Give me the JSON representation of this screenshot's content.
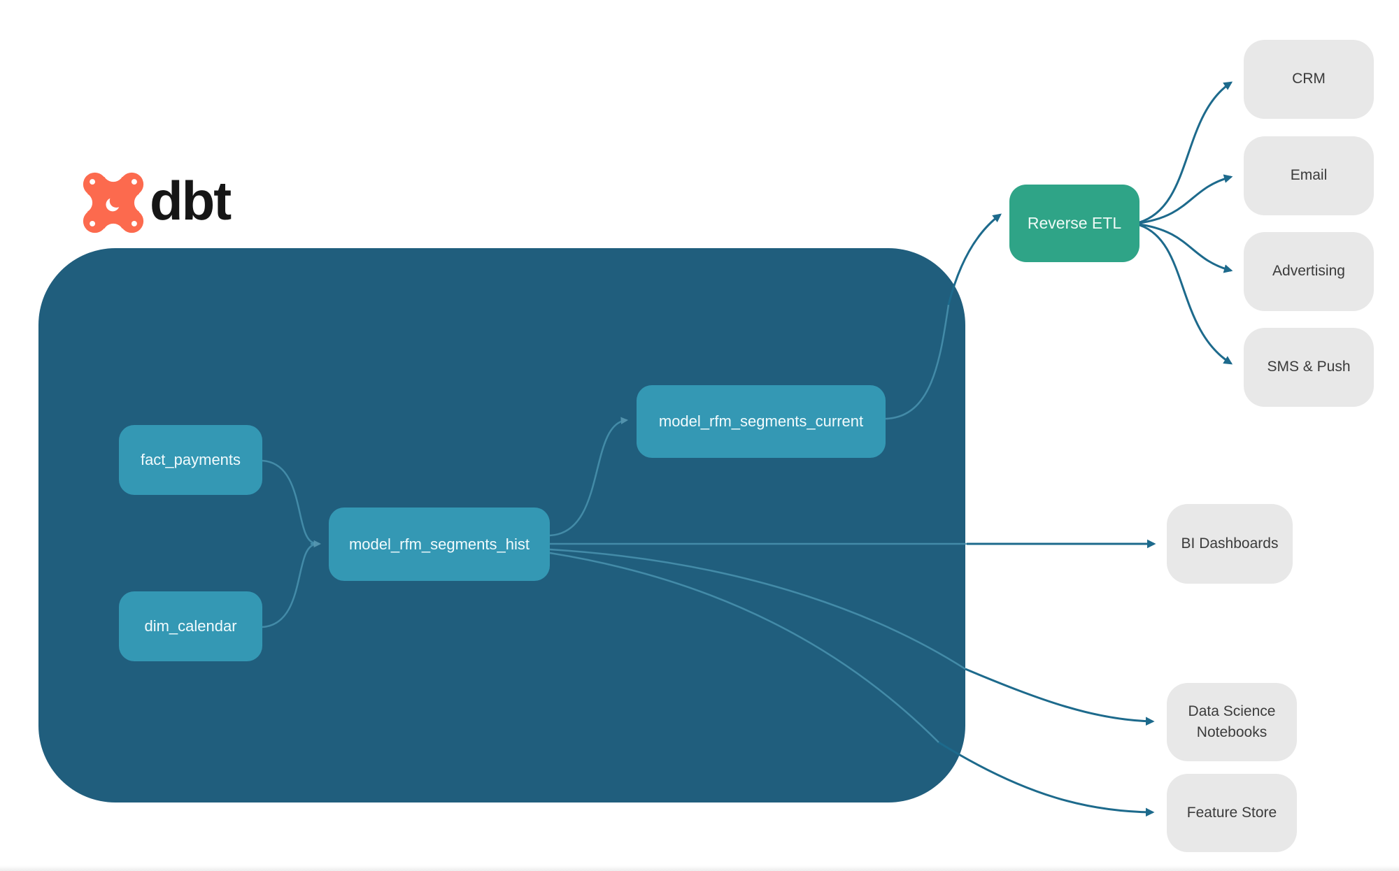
{
  "brand": {
    "name": "dbt"
  },
  "colors": {
    "dbt_orange": "#fc6a4e",
    "warehouse_container": "#205e7d",
    "model_node": "#3498b4",
    "reverse_etl_node": "#2fa487",
    "destination_node": "#e8e8e8",
    "edge_inside": "#4a93af",
    "edge_outside": "#1d6a8c",
    "destination_text": "#3b3b3b"
  },
  "nodes": {
    "fact_payments": {
      "label": "fact_payments"
    },
    "dim_calendar": {
      "label": "dim_calendar"
    },
    "model_rfm_segments_hist": {
      "label": "model_rfm_segments_hist"
    },
    "model_rfm_segments_current": {
      "label": "model_rfm_segments_current"
    },
    "reverse_etl": {
      "label": "Reverse ETL"
    },
    "crm": {
      "label": "CRM"
    },
    "email": {
      "label": "Email"
    },
    "advertising": {
      "label": "Advertising"
    },
    "sms_push": {
      "label": "SMS & Push"
    },
    "bi_dashboards": {
      "label": "BI Dashboards"
    },
    "data_science_notebooks": {
      "label": "Data Science Notebooks"
    },
    "feature_store": {
      "label": "Feature Store"
    }
  },
  "edges": [
    {
      "from": "fact_payments",
      "to": "model_rfm_segments_hist"
    },
    {
      "from": "dim_calendar",
      "to": "model_rfm_segments_hist"
    },
    {
      "from": "model_rfm_segments_hist",
      "to": "model_rfm_segments_current"
    },
    {
      "from": "model_rfm_segments_hist",
      "to": "bi_dashboards"
    },
    {
      "from": "model_rfm_segments_hist",
      "to": "data_science_notebooks"
    },
    {
      "from": "model_rfm_segments_hist",
      "to": "feature_store"
    },
    {
      "from": "model_rfm_segments_current",
      "to": "reverse_etl"
    },
    {
      "from": "reverse_etl",
      "to": "crm"
    },
    {
      "from": "reverse_etl",
      "to": "email"
    },
    {
      "from": "reverse_etl",
      "to": "advertising"
    },
    {
      "from": "reverse_etl",
      "to": "sms_push"
    }
  ]
}
